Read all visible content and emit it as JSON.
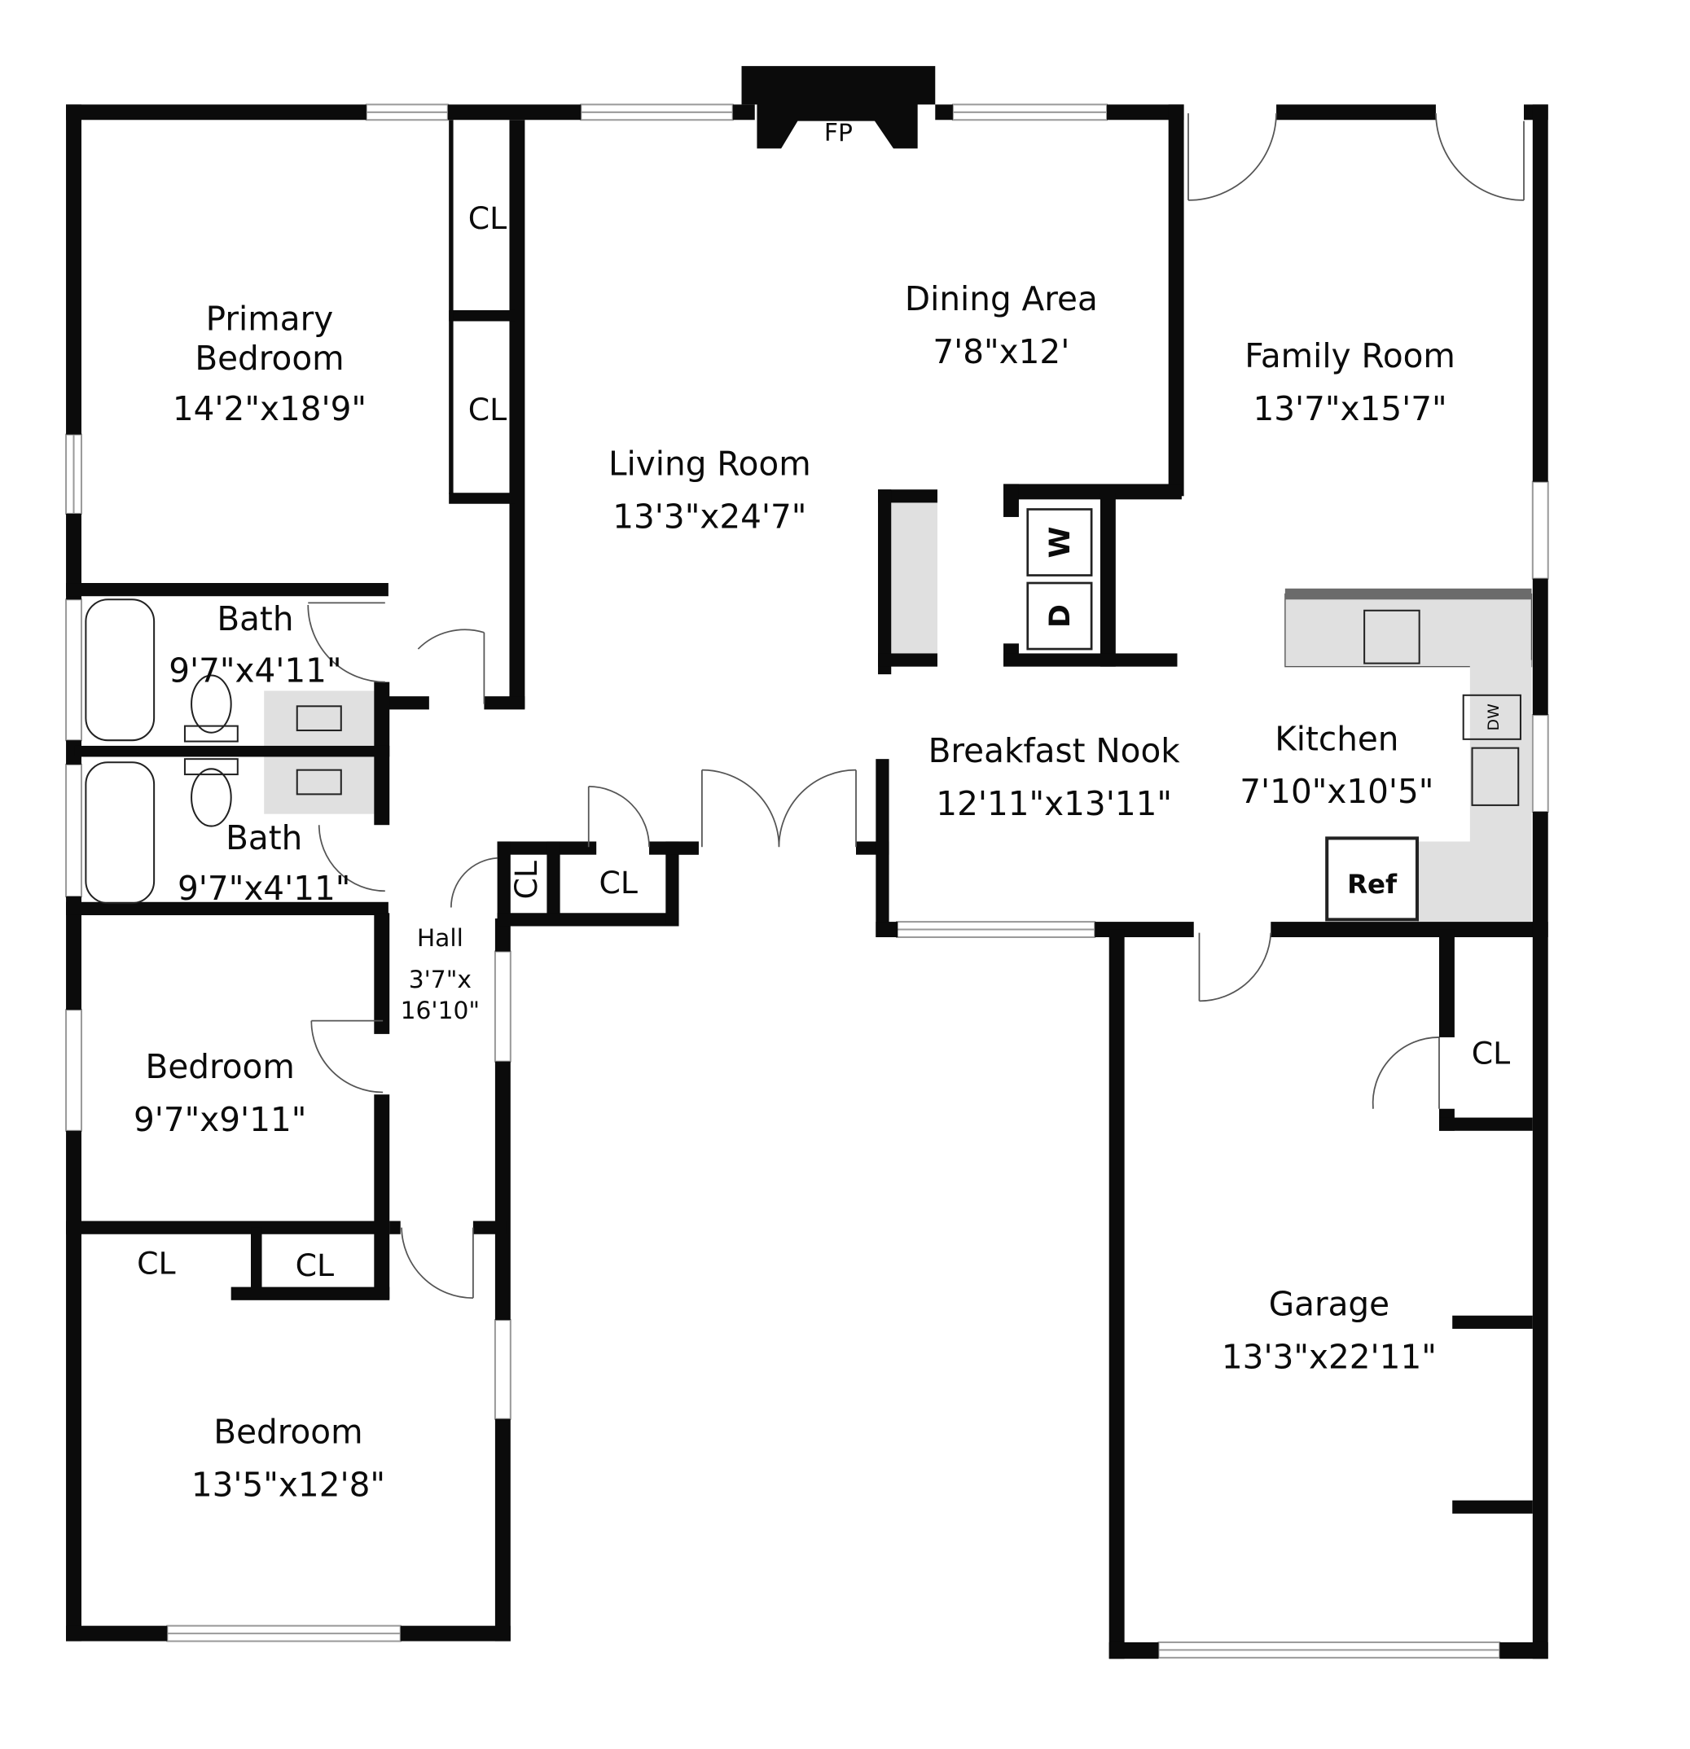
{
  "floorplan": {
    "rooms": [
      {
        "id": "primary-bedroom",
        "name_line1": "Primary",
        "name_line2": "Bedroom",
        "dims": "14'2\"x18'9\""
      },
      {
        "id": "living-room",
        "name": "Living Room",
        "dims": "13'3\"x24'7\""
      },
      {
        "id": "dining-area",
        "name": "Dining Area",
        "dims": "7'8\"x12'"
      },
      {
        "id": "family-room",
        "name": "Family Room",
        "dims": "13'7\"x15'7\""
      },
      {
        "id": "bath-1",
        "name": "Bath",
        "dims": "9'7\"x4'11\""
      },
      {
        "id": "bath-2",
        "name": "Bath",
        "dims": "9'7\"x4'11\""
      },
      {
        "id": "breakfast-nook",
        "name": "Breakfast Nook",
        "dims": "12'11\"x13'11\""
      },
      {
        "id": "kitchen",
        "name": "Kitchen",
        "dims": "7'10\"x10'5\""
      },
      {
        "id": "hall",
        "name": "Hall",
        "dims_line1": "3'7\"x",
        "dims_line2": "16'10\""
      },
      {
        "id": "bedroom-2",
        "name": "Bedroom",
        "dims": "9'7\"x9'11\""
      },
      {
        "id": "bedroom-3",
        "name": "Bedroom",
        "dims": "13'5\"x12'8\""
      },
      {
        "id": "garage",
        "name": "Garage",
        "dims": "13'3\"x22'11\""
      }
    ],
    "closet_label": "CL",
    "fixtures": {
      "fireplace": "FP",
      "washer": "W",
      "dryer": "D",
      "dishwasher": "DW",
      "refrigerator": "Ref"
    },
    "colors": {
      "wall": "#0b0b0b",
      "counter": "#e0e0e0",
      "counter_edge": "#6b6b6b",
      "window": "#bdbdbd"
    }
  }
}
